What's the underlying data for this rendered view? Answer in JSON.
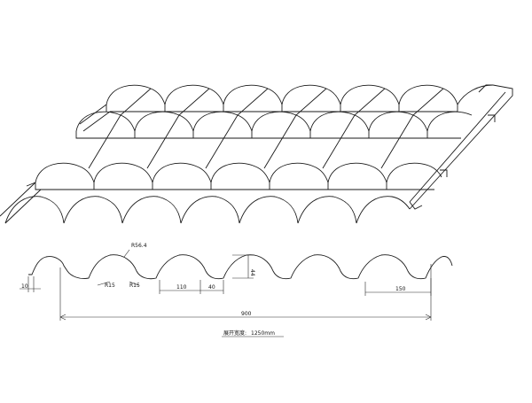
{
  "colors": {
    "background": "#ffffff",
    "line": "#1a1a1a",
    "dimension": "#2a2a2a"
  },
  "isometric_view": {
    "description_visible": "",
    "columns": 7,
    "rows": 3
  },
  "profile_view": {
    "labels": {
      "crest_radius": "R56.4",
      "valley_radius_1": "R15",
      "valley_radius_2": "R15",
      "height": "44",
      "edge_width": "10",
      "pitch_width": "110",
      "valley_width": "40",
      "end_width": "150",
      "total_width": "900"
    },
    "caption": {
      "prefix": "展开宽度:",
      "value": "1250mm"
    }
  }
}
